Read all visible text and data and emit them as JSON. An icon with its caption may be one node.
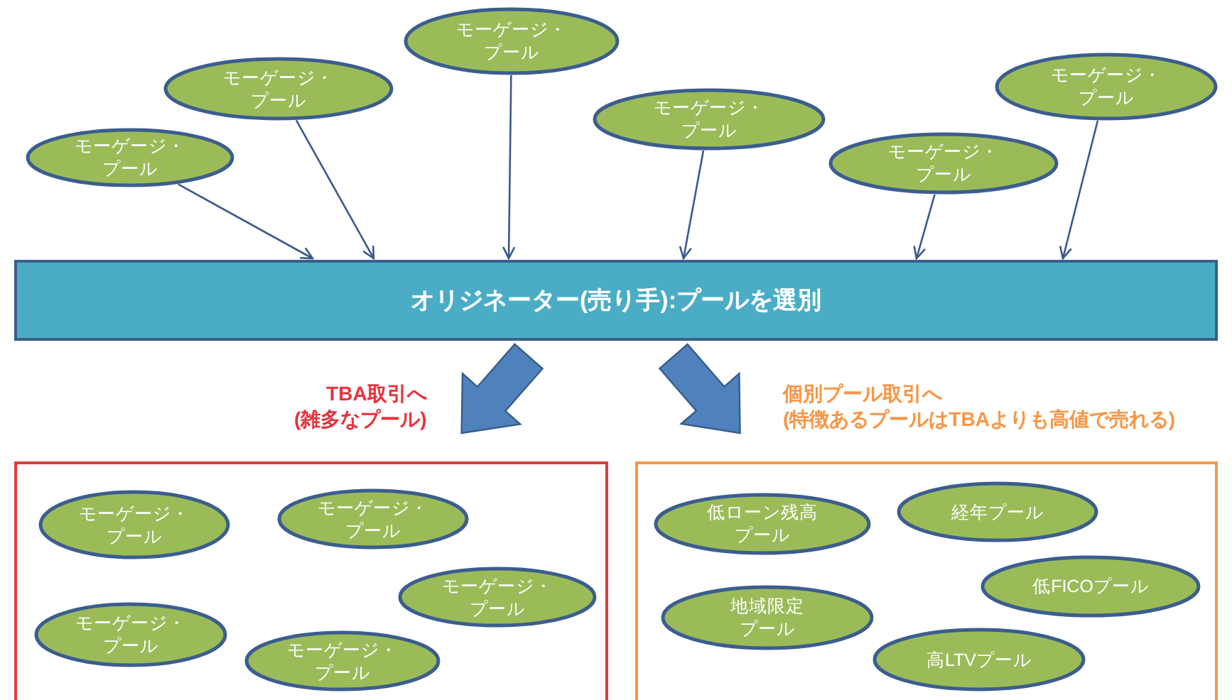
{
  "diagram": {
    "nodes": [
      {
        "text": [
          "モーゲージ・プール"
        ]
      },
      {
        "text": [
          "モーゲージ・プール"
        ]
      },
      {
        "text": [
          "モーゲージ・プール"
        ]
      },
      {
        "text": [
          "モーゲージ・プール"
        ]
      },
      {
        "text": [
          "モーゲージ・プール"
        ]
      },
      {
        "text": [
          "モーゲージ・プール"
        ]
      },
      {
        "text": [
          "オリジネーター(売り手):プールを選別"
        ]
      },
      {
        "text": [],
        "shape": "box"
      },
      {
        "text": [
          "モーゲージ・プール"
        ],
        "in": 7
      },
      {
        "text": [
          "モーゲージ・プール"
        ],
        "in": 7
      },
      {
        "text": [
          "モーゲージ・プール"
        ],
        "in": 7
      },
      {
        "text": [
          "モーゲージ・プール"
        ],
        "in": 7
      },
      {
        "text": [
          "モーゲージ・プール"
        ],
        "in": 7
      },
      {
        "text": [],
        "shape": "box"
      },
      {
        "text": [
          "低ローン残高プール"
        ],
        "in": 13
      },
      {
        "text": [
          "経年プール"
        ],
        "in": 13
      },
      {
        "text": [
          "低FICOプール"
        ],
        "in": 13
      },
      {
        "text": [
          "地域限定プール"
        ],
        "in": 13
      },
      {
        "text": [
          "高LTVプール"
        ],
        "in": 13
      }
    ],
    "edges": [
      {
        "from": 0,
        "to": 6,
        "arrow": "to"
      },
      {
        "from": 1,
        "to": 6,
        "arrow": "to"
      },
      {
        "from": 2,
        "to": 6,
        "arrow": "to"
      },
      {
        "from": 3,
        "to": 6,
        "arrow": "to"
      },
      {
        "from": 4,
        "to": 6,
        "arrow": "to"
      },
      {
        "from": 5,
        "to": 6,
        "arrow": "to"
      },
      {
        "from": 6,
        "to": 7,
        "arrow": "to",
        "label": "TBA取引へ(雑多なプール)",
        "style": "thick",
        "color": "#4f81bd"
      },
      {
        "from": 6,
        "to": 13,
        "arrow": "to",
        "label": "個別プール取引へ(特徴あるプールはTBAよりも高値で売れる)",
        "style": "thick",
        "color": "#4f81bd"
      }
    ]
  }
}
